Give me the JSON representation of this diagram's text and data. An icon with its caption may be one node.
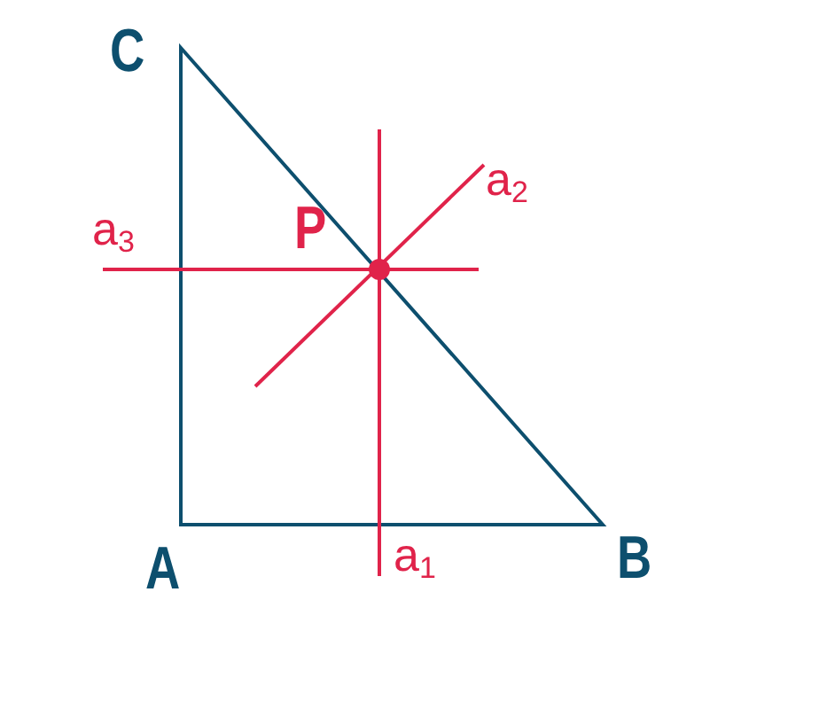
{
  "diagram": {
    "labels": [
      "C",
      "a$_{2}$",
      "P",
      "a$_{3}$",
      "A",
      "a$_{1}$",
      "B"
    ]
  }
}
